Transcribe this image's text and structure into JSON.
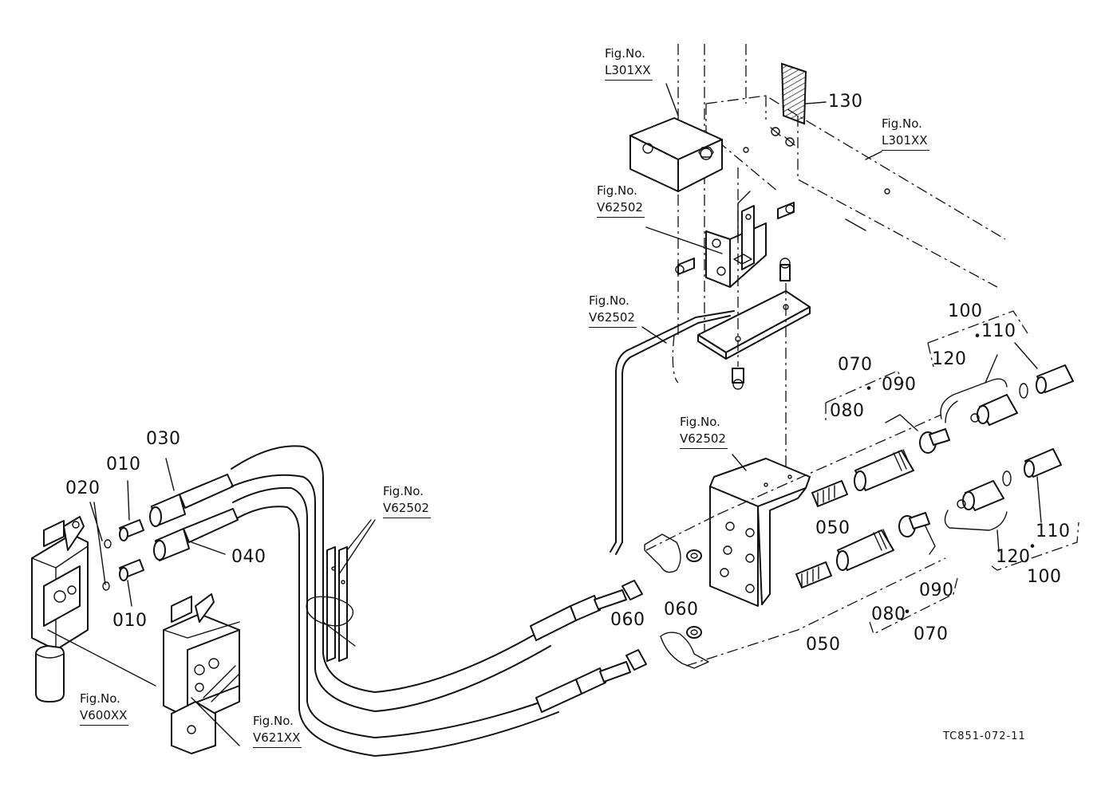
{
  "parts": {
    "p010a": "010",
    "p010b": "010",
    "p020": "020",
    "p030": "030",
    "p040": "040",
    "p050a": "050",
    "p050b": "050",
    "p060a": "060",
    "p060b": "060",
    "p070a": "070",
    "p070b": "070",
    "p080a": "080",
    "p080b": "080",
    "p090a": "090",
    "p090b": "090",
    "p100a": "100",
    "p100b": "100",
    "p110a": "110",
    "p110b": "110",
    "p120a": "120",
    "p120b": "120",
    "p130": "130"
  },
  "separator": "・",
  "figure_refs": [
    {
      "label": "Fig.No.",
      "code": "L301XX"
    },
    {
      "label": "Fig.No.",
      "code": "L301XX"
    },
    {
      "label": "Fig.No.",
      "code": "V62502"
    },
    {
      "label": "Fig.No.",
      "code": "V62502"
    },
    {
      "label": "Fig.No.",
      "code": "V62502"
    },
    {
      "label": "Fig.No.",
      "code": "V62502"
    },
    {
      "label": "Fig.No.",
      "code": "V600XX"
    },
    {
      "label": "Fig.No.",
      "code": "V621XX"
    }
  ],
  "drawing_code": "TC851-072-11",
  "colors": {
    "line": "#111111",
    "background": "#ffffff"
  }
}
